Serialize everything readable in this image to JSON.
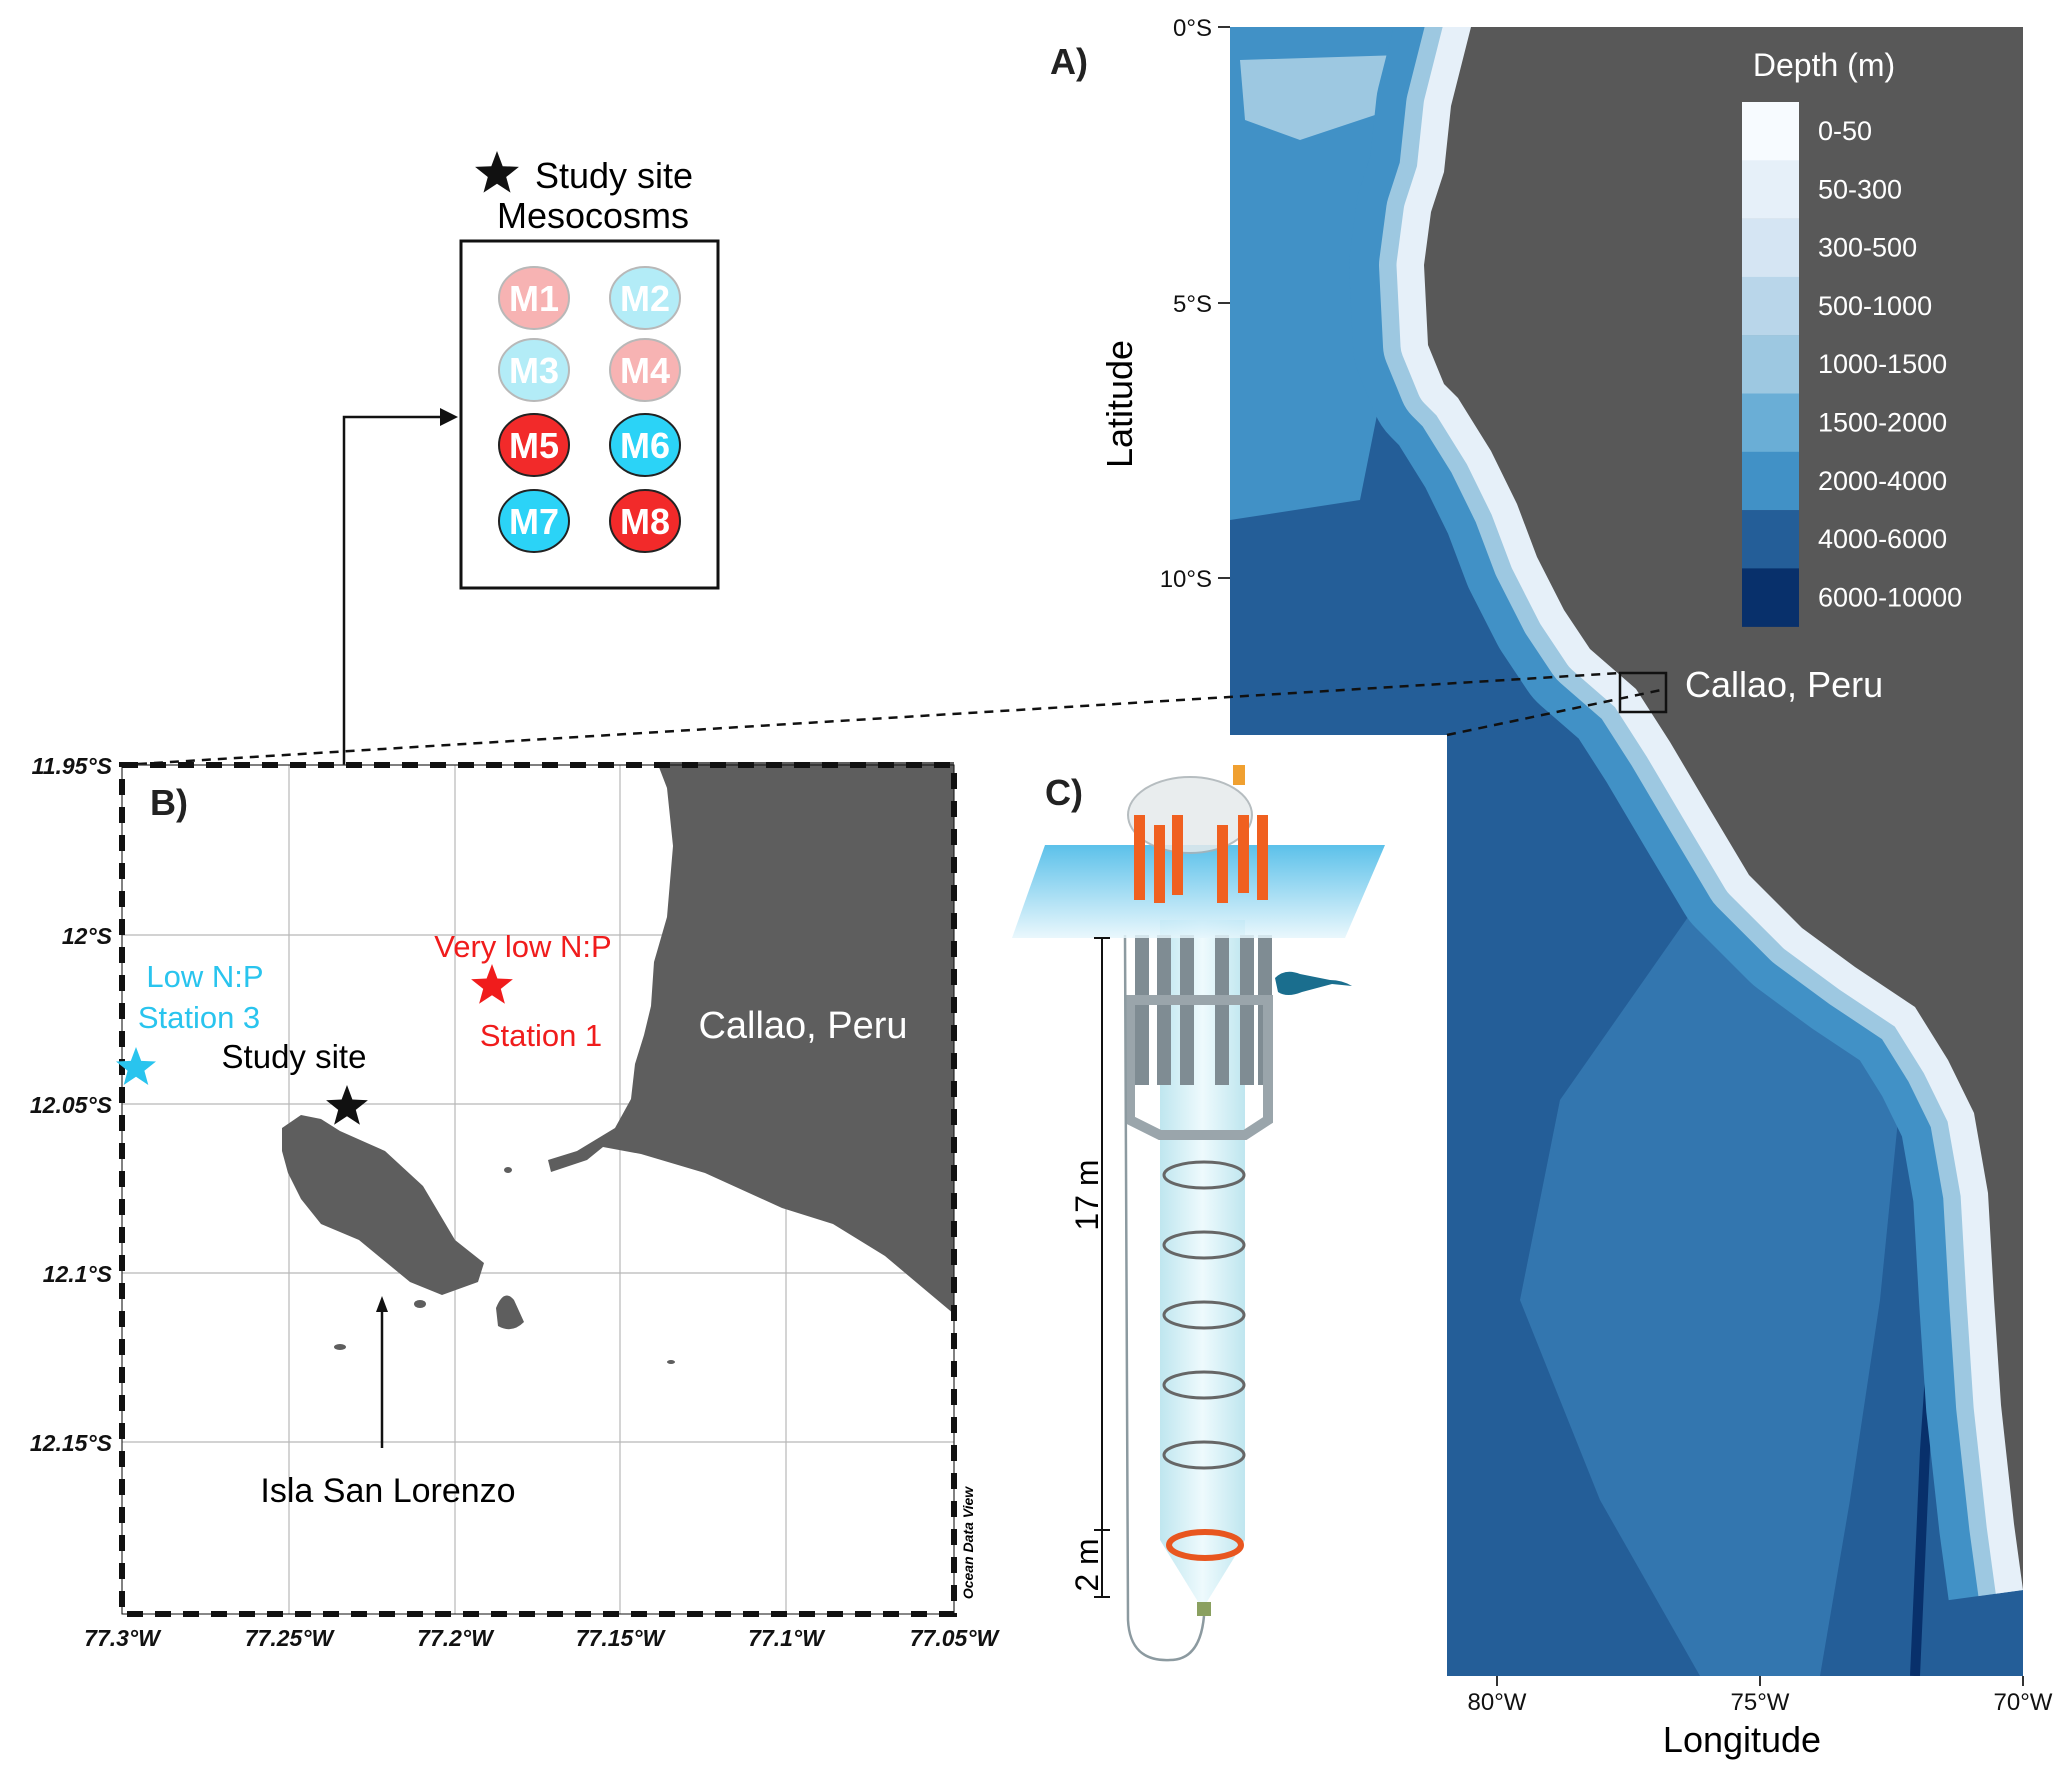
{
  "panel_a": {
    "label": "A)",
    "lat_ticks": [
      "0°S",
      "5°S",
      "10°S"
    ],
    "lon_ticks": [
      "80°W",
      "75°W",
      "70°W"
    ],
    "xlabel": "Longitude",
    "ylabel": "Latitude",
    "site_label": "Callao, Peru",
    "legend": {
      "title": "Depth (m)",
      "items": [
        {
          "label": "0-50",
          "color": "#f7fbff"
        },
        {
          "label": "50-300",
          "color": "#e6f0f9"
        },
        {
          "label": "300-500",
          "color": "#d5e5f3"
        },
        {
          "label": "500-1000",
          "color": "#b9d6ea"
        },
        {
          "label": "1000-1500",
          "color": "#9dc8e1"
        },
        {
          "label": "1500-2000",
          "color": "#6aaed6"
        },
        {
          "label": "2000-4000",
          "color": "#4191c6"
        },
        {
          "label": "4000-6000",
          "color": "#245e98"
        },
        {
          "label": "6000-10000",
          "color": "#08306b"
        }
      ]
    },
    "land_color": "#585858"
  },
  "mesocosms": {
    "legend_star": "Study site",
    "title": "Mesocosms",
    "items": [
      {
        "label": "M1",
        "color": "#f7b3b3"
      },
      {
        "label": "M2",
        "color": "#b3ecf7"
      },
      {
        "label": "M3",
        "color": "#b3ecf7"
      },
      {
        "label": "M4",
        "color": "#f7b3b3"
      },
      {
        "label": "M5",
        "color": "#f22a2a"
      },
      {
        "label": "M6",
        "color": "#2bd3f7"
      },
      {
        "label": "M7",
        "color": "#2bd3f7"
      },
      {
        "label": "M8",
        "color": "#f22a2a"
      }
    ]
  },
  "panel_b": {
    "label": "B)",
    "lat_ticks": [
      "11.95°S",
      "12°S",
      "12.05°S",
      "12.1°S",
      "12.15°S"
    ],
    "lon_ticks": [
      "77.3°W",
      "77.25°W",
      "77.2°W",
      "77.15°W",
      "77.1°W",
      "77.05°W"
    ],
    "station3": {
      "line1": "Low N:P",
      "line2": "Station 3",
      "color": "#29c4ee"
    },
    "station1": {
      "line1": "Very low N:P",
      "line2": "Station 1",
      "color": "#f01c1c"
    },
    "study_site": "Study site",
    "city": "Callao, Peru",
    "island": "Isla San Lorenzo",
    "credit": "Ocean Data View"
  },
  "panel_c": {
    "label": "C)",
    "depth_upper": "17 m",
    "depth_lower": "2 m"
  }
}
